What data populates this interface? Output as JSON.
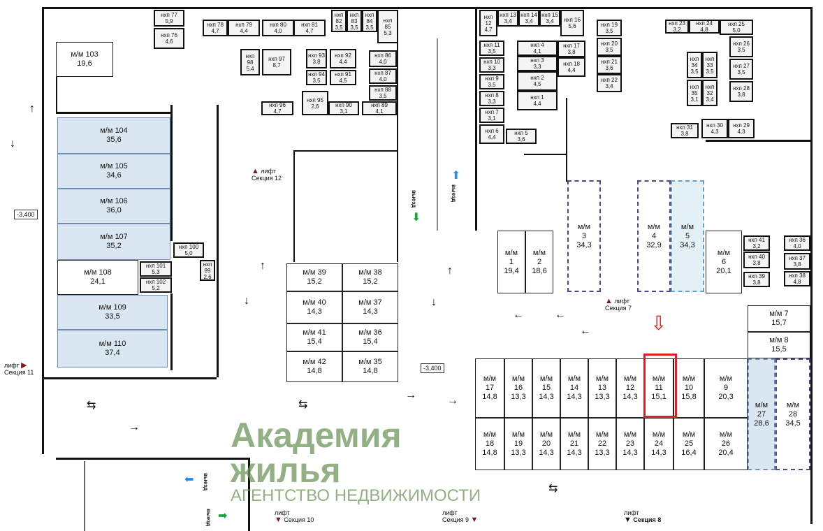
{
  "parking": [
    {
      "id": "103",
      "label": "м/м 103",
      "area": "19,6"
    },
    {
      "id": "104",
      "label": "м/м 104",
      "area": "35,6"
    },
    {
      "id": "105",
      "label": "м/м 105",
      "area": "34,6"
    },
    {
      "id": "106",
      "label": "м/м 106",
      "area": "36,0"
    },
    {
      "id": "107",
      "label": "м/м 107",
      "area": "35,2"
    },
    {
      "id": "108",
      "label": "м/м 108",
      "area": "24,1"
    },
    {
      "id": "109",
      "label": "м/м 109",
      "area": "33,5"
    },
    {
      "id": "110",
      "label": "м/м 110",
      "area": "37,4"
    },
    {
      "id": "39",
      "label": "м/м 39",
      "area": "15,2"
    },
    {
      "id": "38",
      "label": "м/м 38",
      "area": "15,2"
    },
    {
      "id": "40",
      "label": "м/м 40",
      "area": "14,3"
    },
    {
      "id": "37",
      "label": "м/м 37",
      "area": "14,3"
    },
    {
      "id": "41",
      "label": "м/м 41",
      "area": "15,4"
    },
    {
      "id": "36",
      "label": "м/м 36",
      "area": "15,4"
    },
    {
      "id": "42",
      "label": "м/м 42",
      "area": "14,8"
    },
    {
      "id": "35",
      "label": "м/м 35",
      "area": "14,8"
    },
    {
      "id": "1",
      "label": "м/м 1",
      "area": "19,4"
    },
    {
      "id": "2",
      "label": "м/м 2",
      "area": "18,6"
    },
    {
      "id": "3",
      "label": "м/м 3",
      "area": "34,3"
    },
    {
      "id": "4",
      "label": "м/м 4",
      "area": "32,9"
    },
    {
      "id": "5",
      "label": "м/м 5",
      "area": "34,3"
    },
    {
      "id": "6",
      "label": "м/м 6",
      "area": "20,1"
    },
    {
      "id": "7",
      "label": "м/м 7",
      "area": "15,7"
    },
    {
      "id": "8",
      "label": "м/м 8",
      "area": "15,5"
    },
    {
      "id": "17",
      "label": "м/м 17",
      "area": "14,8"
    },
    {
      "id": "16",
      "label": "м/м 16",
      "area": "13,3"
    },
    {
      "id": "15",
      "label": "м/м 15",
      "area": "14,3"
    },
    {
      "id": "14",
      "label": "м/м 14",
      "area": "14,3"
    },
    {
      "id": "13",
      "label": "м/м 13",
      "area": "13,3"
    },
    {
      "id": "12",
      "label": "м/м 12",
      "area": "14,3"
    },
    {
      "id": "11",
      "label": "м/м 11",
      "area": "15,1"
    },
    {
      "id": "10",
      "label": "м/м 10",
      "area": "15,8"
    },
    {
      "id": "9",
      "label": "м/м 9",
      "area": "20,3"
    },
    {
      "id": "18",
      "label": "м/м 18",
      "area": "14,8"
    },
    {
      "id": "19",
      "label": "м/м 19",
      "area": "13,3"
    },
    {
      "id": "20",
      "label": "м/м 20",
      "area": "14,3"
    },
    {
      "id": "21",
      "label": "м/м 21",
      "area": "14,3"
    },
    {
      "id": "22",
      "label": "м/м 22",
      "area": "13,3"
    },
    {
      "id": "23",
      "label": "м/м 23",
      "area": "14,3"
    },
    {
      "id": "24",
      "label": "м/м 24",
      "area": "14,3"
    },
    {
      "id": "25",
      "label": "м/м 25",
      "area": "16,4"
    },
    {
      "id": "26",
      "label": "м/м 26",
      "area": "20,4"
    },
    {
      "id": "27",
      "label": "м/м 27",
      "area": "28,6"
    },
    {
      "id": "28",
      "label": "м/м 28",
      "area": "34,5"
    }
  ],
  "storage": [
    {
      "id": "77",
      "label": "нхп 77",
      "area": "5,9"
    },
    {
      "id": "76",
      "label": "нхп 76",
      "area": "4,6"
    },
    {
      "id": "78",
      "label": "нхп 78",
      "area": "4,7"
    },
    {
      "id": "79",
      "label": "нхп 79",
      "area": "4,4"
    },
    {
      "id": "80",
      "label": "нхп 80",
      "area": "4,0"
    },
    {
      "id": "81",
      "label": "нхп 81",
      "area": "4,7"
    },
    {
      "id": "82",
      "label": "нхп 82",
      "area": "3,5"
    },
    {
      "id": "83",
      "label": "нхп 83",
      "area": "3,5"
    },
    {
      "id": "84",
      "label": "нхп 84",
      "area": "3,5"
    },
    {
      "id": "85",
      "label": "нхп 85",
      "area": "5,3"
    },
    {
      "id": "98",
      "label": "нхп 98",
      "area": "5,4"
    },
    {
      "id": "97",
      "label": "нхп 97",
      "area": "8,7"
    },
    {
      "id": "93",
      "label": "нхп 93",
      "area": "3,8"
    },
    {
      "id": "92",
      "label": "нхп 92",
      "area": "4,4"
    },
    {
      "id": "94",
      "label": "нхп 94",
      "area": "3,5"
    },
    {
      "id": "91",
      "label": "нхп 91",
      "area": "4,5"
    },
    {
      "id": "86",
      "label": "нхп 86",
      "area": "4,0"
    },
    {
      "id": "87",
      "label": "нхп 87",
      "area": "4,0"
    },
    {
      "id": "88",
      "label": "нхп 88",
      "area": "3,5"
    },
    {
      "id": "96",
      "label": "нхп 96",
      "area": "4,7"
    },
    {
      "id": "95",
      "label": "нхп 95",
      "area": "2,6"
    },
    {
      "id": "90",
      "label": "нхп 90",
      "area": "3,1"
    },
    {
      "id": "89",
      "label": "нхп 89",
      "area": "4,1"
    },
    {
      "id": "12",
      "label": "нхп 12",
      "area": "4,7"
    },
    {
      "id": "13",
      "label": "нхп 13",
      "area": "3,4"
    },
    {
      "id": "14",
      "label": "нхп 14",
      "area": "3,4"
    },
    {
      "id": "15",
      "label": "нхп 15",
      "area": "3,4"
    },
    {
      "id": "16",
      "label": "нхп 16",
      "area": "5,6"
    },
    {
      "id": "11",
      "label": "нхп 11",
      "area": "3,5"
    },
    {
      "id": "10",
      "label": "нхп 10",
      "area": "3,3"
    },
    {
      "id": "9",
      "label": "нхп 9",
      "area": "3,5"
    },
    {
      "id": "8",
      "label": "нхп 8",
      "area": "3,3"
    },
    {
      "id": "7",
      "label": "нхп 7",
      "area": "3,1"
    },
    {
      "id": "6",
      "label": "нхп 6",
      "area": "4,4"
    },
    {
      "id": "4",
      "label": "нхп 4",
      "area": "4,1"
    },
    {
      "id": "3",
      "label": "нхп 3",
      "area": "3,3"
    },
    {
      "id": "2",
      "label": "нхп 2",
      "area": "4,5"
    },
    {
      "id": "1",
      "label": "нхп 1",
      "area": "4,4"
    },
    {
      "id": "5",
      "label": "нхп 5",
      "area": "3,6"
    },
    {
      "id": "17",
      "label": "нхп 17",
      "area": "3,8"
    },
    {
      "id": "18",
      "label": "нхп 18",
      "area": "4,4"
    },
    {
      "id": "19",
      "label": "нхп 19",
      "area": "3,5"
    },
    {
      "id": "20",
      "label": "нхп 20",
      "area": "3,5"
    },
    {
      "id": "21",
      "label": "нхп 21",
      "area": "3,6"
    },
    {
      "id": "22",
      "label": "нхп 22",
      "area": "3,4"
    },
    {
      "id": "23",
      "label": "нхп 23",
      "area": "3,2"
    },
    {
      "id": "24",
      "label": "нхп 24",
      "area": "4,8"
    },
    {
      "id": "25",
      "label": "нхп 25",
      "area": "5,0"
    },
    {
      "id": "26",
      "label": "нхп 26",
      "area": "3,5"
    },
    {
      "id": "27",
      "label": "нхп 27",
      "area": "3,5"
    },
    {
      "id": "28",
      "label": "нхп 28",
      "area": "3,8"
    },
    {
      "id": "34",
      "label": "нхп 34",
      "area": "3,5"
    },
    {
      "id": "33",
      "label": "нхп 33",
      "area": "3,5"
    },
    {
      "id": "35",
      "label": "нхп 35",
      "area": "3,1"
    },
    {
      "id": "32",
      "label": "нхп 32",
      "area": "3,4"
    },
    {
      "id": "31",
      "label": "нхп 31",
      "area": "3,8"
    },
    {
      "id": "30",
      "label": "нхп 30",
      "area": "4,3"
    },
    {
      "id": "29",
      "label": "нхп 29",
      "area": "4,3"
    },
    {
      "id": "41",
      "label": "нхп 41",
      "area": "3,2"
    },
    {
      "id": "40",
      "label": "нхп 40",
      "area": "3,8"
    },
    {
      "id": "39",
      "label": "нхп 39",
      "area": "3,8"
    },
    {
      "id": "36",
      "label": "нхп 36",
      "area": "4,0"
    },
    {
      "id": "37",
      "label": "нхп 37",
      "area": "3,8"
    },
    {
      "id": "38",
      "label": "нхп 38",
      "area": "4,8"
    },
    {
      "id": "100",
      "label": "нхп 100",
      "area": "5,0"
    },
    {
      "id": "101",
      "label": "нхп 101",
      "area": "5,3"
    },
    {
      "id": "102",
      "label": "нхп 102",
      "area": "5,2"
    },
    {
      "id": "99",
      "label": "нхп 99",
      "area": "2,6"
    }
  ],
  "highlighted_spot": "11",
  "levels": {
    "left": "-3,400",
    "center": "-3,400"
  },
  "lifts": {
    "word": "лифт",
    "s12": "Секция 12",
    "s7": "Секция 7",
    "s11": "Секция 11",
    "s10": "Секция 10",
    "s9": "Секция 9",
    "s8": "Секция 8"
  },
  "exit_label": "выезд",
  "watermark": {
    "title": "Академия жилья",
    "subtitle": "АГЕНТСТВО НЕДВИЖИМОСТИ"
  },
  "colors": {
    "highlight": "#e02020",
    "blue_spot": "#dbe6f3",
    "exit_green": "#1aa33a",
    "exit_blue": "#2a8ee0",
    "lift_marker": "#7a1a1a"
  }
}
